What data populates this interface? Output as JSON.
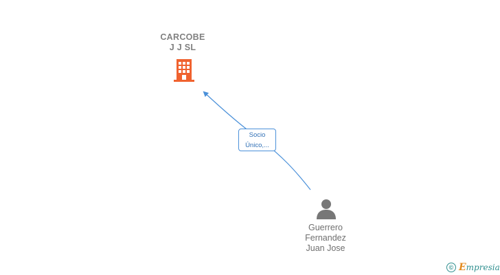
{
  "company": {
    "name_line1": "CARCOBE",
    "name_line2": "J J SL",
    "icon": "building-icon",
    "color": "#f0622f"
  },
  "person": {
    "name_line1": "Guerrero",
    "name_line2": "Fernandez",
    "name_line3": "Juan Jose",
    "icon": "person-icon",
    "color": "#777777"
  },
  "relation": {
    "label_line1": "Socio",
    "label_line2": "Único,...",
    "color": "#4a90d9"
  },
  "footer": {
    "copyright_symbol": "©",
    "brand_first_letter": "E",
    "brand_rest": "mpresia"
  }
}
